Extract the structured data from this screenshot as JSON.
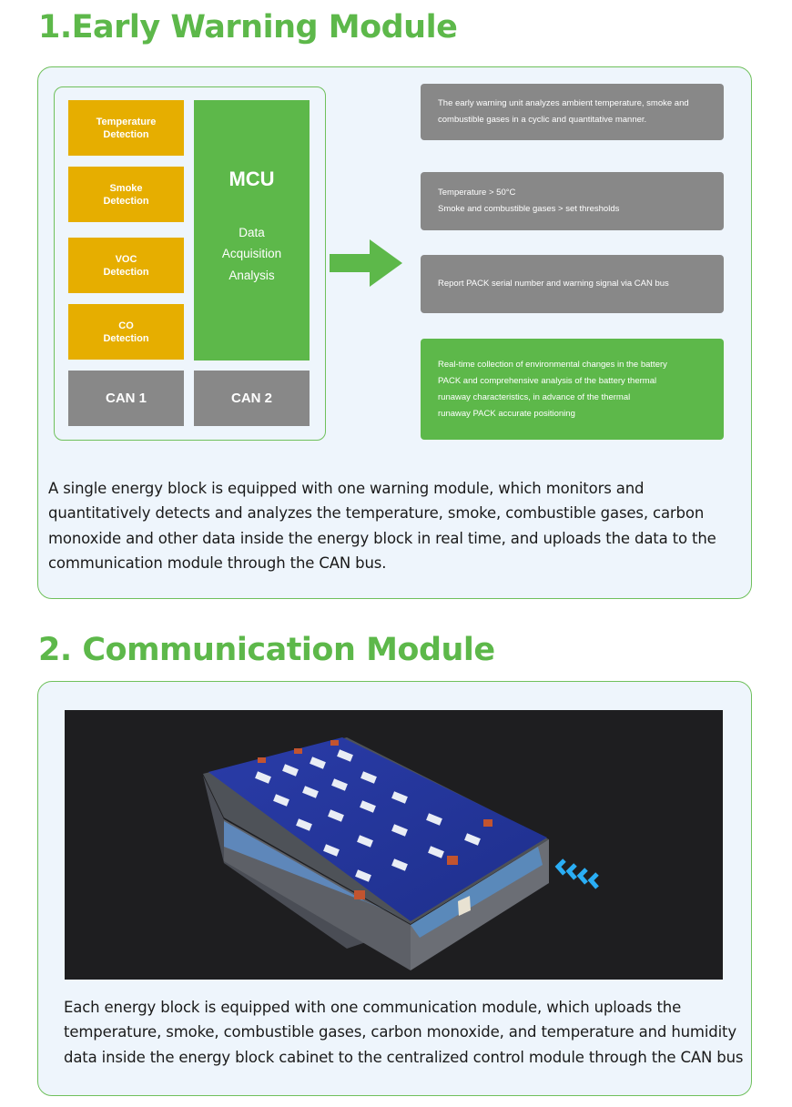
{
  "section1": {
    "heading": "1.Early Warning Module",
    "detections": [
      "Temperature\nDetection",
      "Smoke\nDetection",
      "VOC\nDetection",
      "CO\nDetection"
    ],
    "mcu": {
      "title": "MCU",
      "lines": [
        "Data",
        "Acquisition",
        "Analysis"
      ]
    },
    "can": [
      "CAN 1",
      "CAN 2"
    ],
    "cards": [
      "The early warning unit analyzes ambient temperature, smoke and\ncombustible gases in a cyclic and quantitative manner.",
      "Temperature > 50°C\nSmoke and combustible gases > set thresholds",
      "Report PACK serial number and warning signal via CAN bus",
      "Real-time collection of environmental changes in the battery\nPACK and comprehensive analysis of the battery thermal\nrunaway characteristics, in advance of the thermal\nrunaway PACK accurate positioning"
    ],
    "description": "A single energy block is equipped with one warning module, which monitors and quantitatively detects and analyzes the temperature, smoke, combustible gases, carbon monoxide and other data inside the energy block in real time, and uploads the data to the communication module through the CAN bus.",
    "colors": {
      "accent": "#5db84a",
      "detection": "#e6ae00",
      "neutral": "#888888",
      "panel": "#eef5fc"
    }
  },
  "section2": {
    "heading": "2. Communication Module",
    "description": "Each energy block is equipped with one communication module, which uploads the temperature, smoke, combustible gases, carbon monoxide, and temperature and humidity data inside the energy block cabinet to the centralized control module through the CAN bus"
  }
}
